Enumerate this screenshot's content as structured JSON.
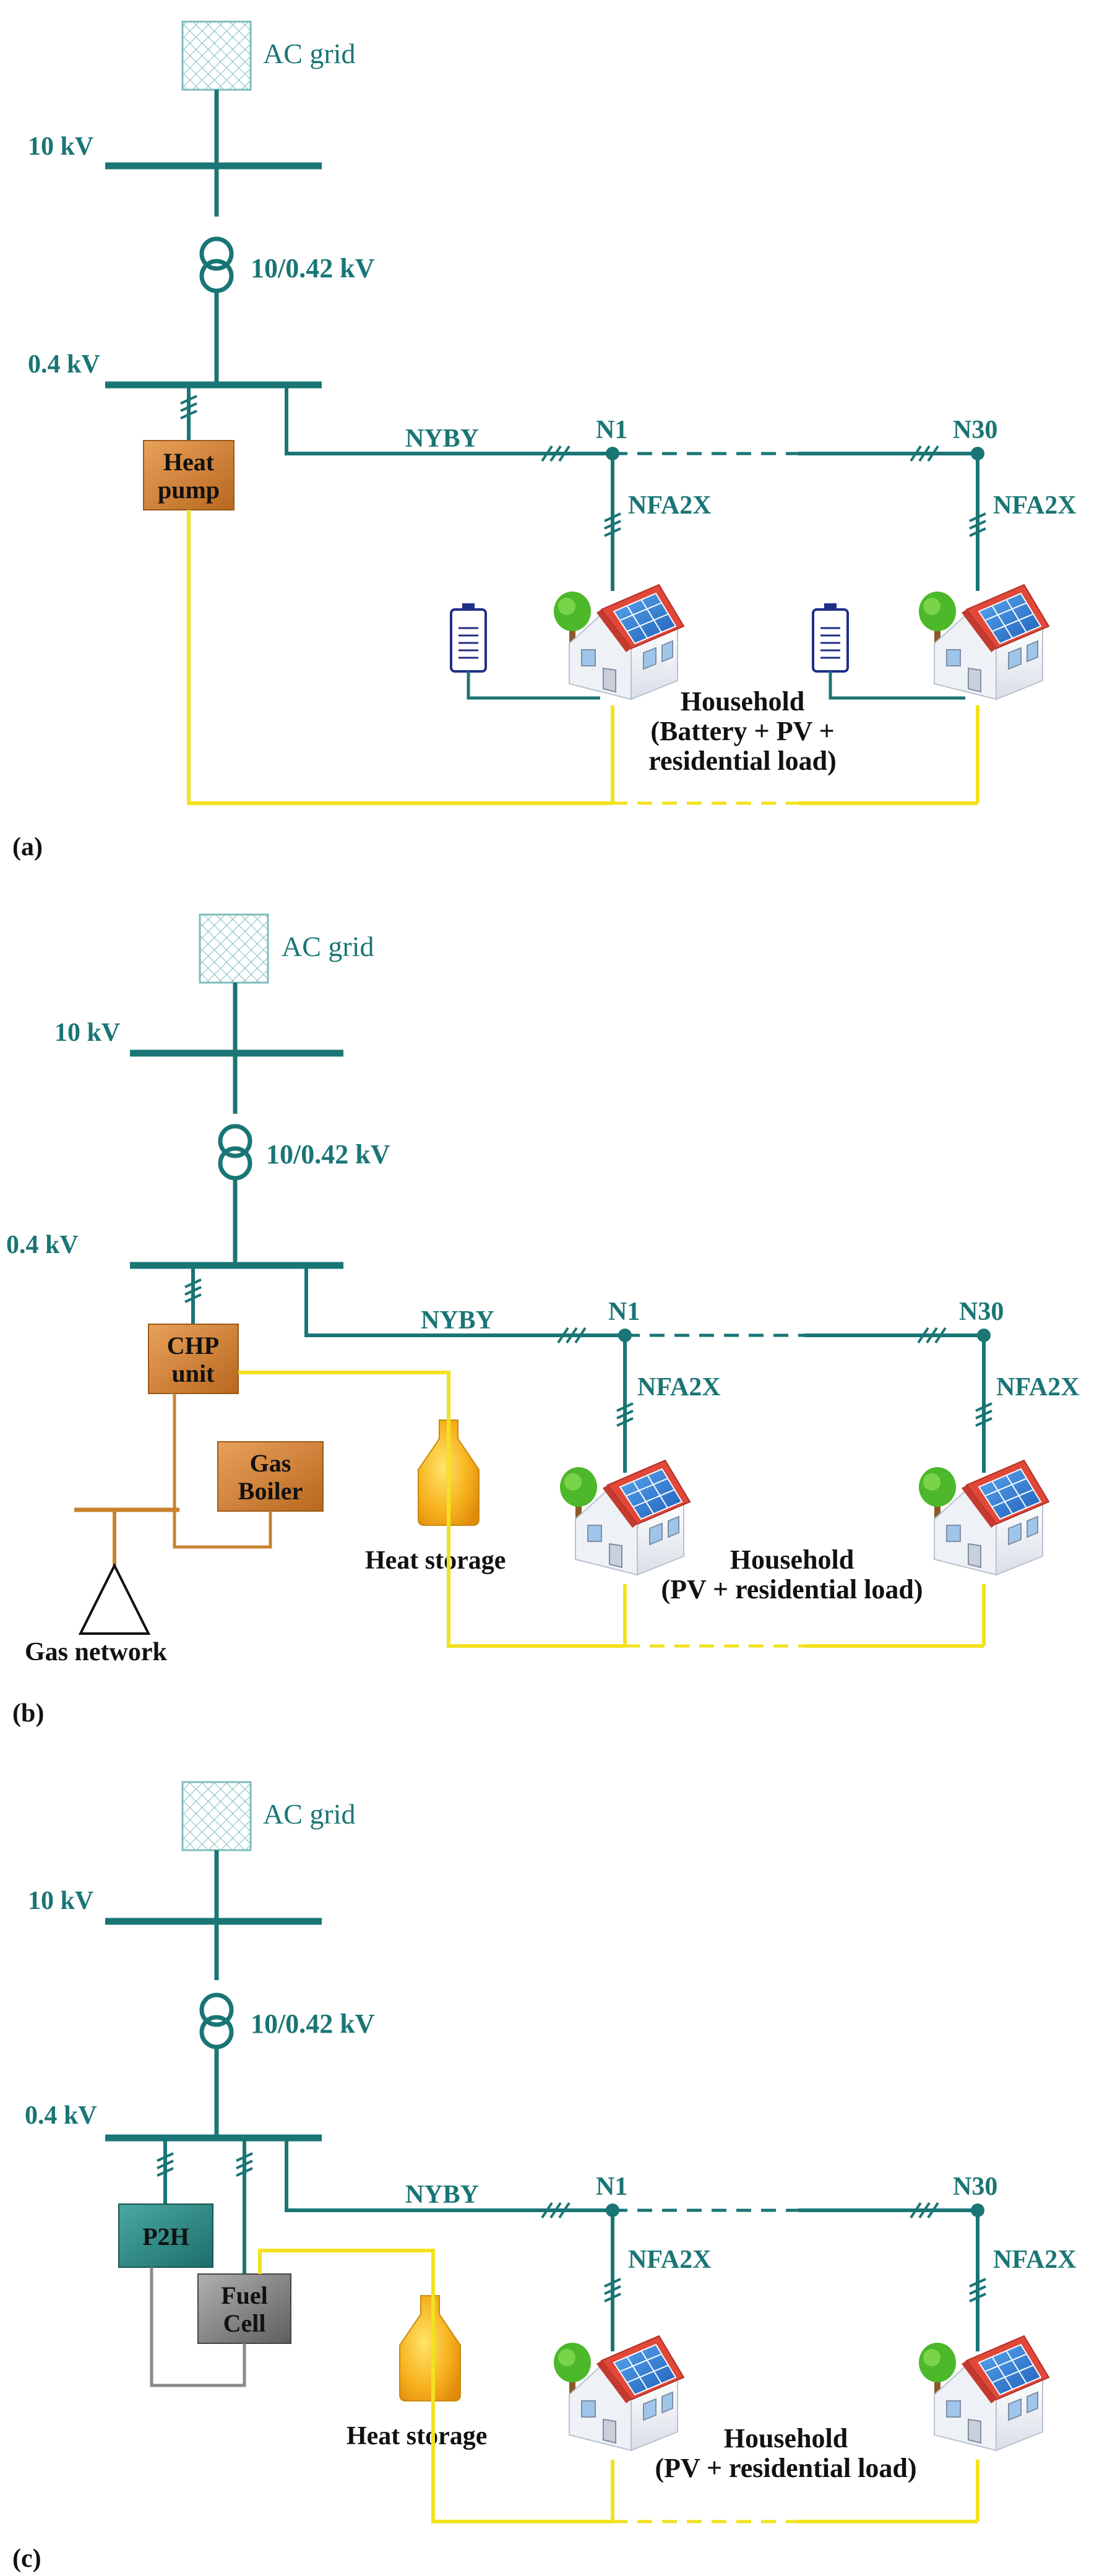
{
  "colors": {
    "teal": "#1a7575",
    "yellow": "#f2e21f",
    "orange_line": "#c8832e",
    "gray_line": "#8a8a8a",
    "orange_box": "#d4843a",
    "teal_box": "#2f8c86",
    "gray_box": "#8a8a8a",
    "battery_blue": "#1f2f88",
    "heat_storage": "#f7b21e"
  },
  "icons": [
    "grid-hatch-icon",
    "transformer-icon",
    "battery-icon",
    "house-pv-icon",
    "heat-storage-tank-icon",
    "gas-network-triangle-icon"
  ],
  "panel_a": {
    "letter": "(a)",
    "grid": "AC grid",
    "kv_high": "10 kV",
    "transformer": "10/0.42 kV",
    "kv_low": "0.4 kV",
    "line_main": "NYBY",
    "node_first": "N1",
    "node_last": "N30",
    "drop_first": "NFA2X",
    "drop_last": "NFA2X",
    "heat_pump_line1": "Heat",
    "heat_pump_line2": "pump",
    "household_line1": "Household",
    "household_line2": "(Battery + PV +",
    "household_line3": "residential load)"
  },
  "panel_b": {
    "letter": "(b)",
    "grid": "AC grid",
    "kv_high": "10 kV",
    "transformer": "10/0.42 kV",
    "kv_low": "0.4 kV",
    "line_main": "NYBY",
    "node_first": "N1",
    "node_last": "N30",
    "drop_first": "NFA2X",
    "drop_last": "NFA2X",
    "chp_line1": "CHP",
    "chp_line2": "unit",
    "boiler_line1": "Gas",
    "boiler_line2": "Boiler",
    "heat_storage": "Heat storage",
    "gas_network": "Gas network",
    "household_line1": "Household",
    "household_line2": "(PV + residential load)"
  },
  "panel_c": {
    "letter": "(c)",
    "grid": "AC grid",
    "kv_high": "10 kV",
    "transformer": "10/0.42 kV",
    "kv_low": "0.4 kV",
    "line_main": "NYBY",
    "node_first": "N1",
    "node_last": "N30",
    "drop_first": "NFA2X",
    "drop_last": "NFA2X",
    "p2h": "P2H",
    "fuel_cell_line1": "Fuel",
    "fuel_cell_line2": "Cell",
    "heat_storage": "Heat storage",
    "household_line1": "Household",
    "household_line2": "(PV + residential load)"
  }
}
